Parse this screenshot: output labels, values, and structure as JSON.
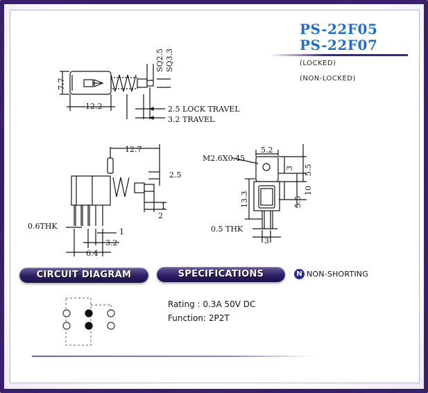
{
  "header": {
    "model_locked": "PS-22F05",
    "model_nonlocked": "PS-22F07",
    "label_locked": "(LOCKED)",
    "label_nonlocked": "(NON-LOCKED)"
  },
  "top_view": {
    "dim_width": "12.2",
    "dim_height": "7.7",
    "dim_sq1": "SQ2.5",
    "dim_sq2": "SQ3.3",
    "lock_travel": "2.5 LOCK TRAVEL",
    "travel": "3.2 TRAVEL"
  },
  "side_view": {
    "dim_length": "12.7",
    "dim_plunger": "2.5",
    "dim_1": "1",
    "dim_2": "2",
    "thk": "0.6THK",
    "dim_pin1": "1",
    "dim_pin_pitch": "3.2",
    "dim_pitch": "6.4"
  },
  "end_view": {
    "screw": "M2.6X0.45",
    "dim_width": "5.2",
    "dim_3": "3",
    "dim_55_top": "5.5",
    "dim_10": "10",
    "dim_55_bottom": "5.5",
    "dim_133": "13.3",
    "thk": "0.5 THK",
    "dim_3_bottom": "3"
  },
  "sections": {
    "circuit": "CIRCUIT DIAGRAM",
    "specs": "SPECIFICATIONS",
    "nonshort_badge": "N",
    "nonshort": "NON-SHORTING"
  },
  "specs": {
    "rating": "Rating : 0.3A 50V DC",
    "function": "Function: 2P2T"
  },
  "icons": {
    "badge": "n-circle-icon"
  },
  "colors": {
    "title": "#1f6fc8",
    "frame": "#3a1f6e",
    "pill": "#2d1f63"
  }
}
